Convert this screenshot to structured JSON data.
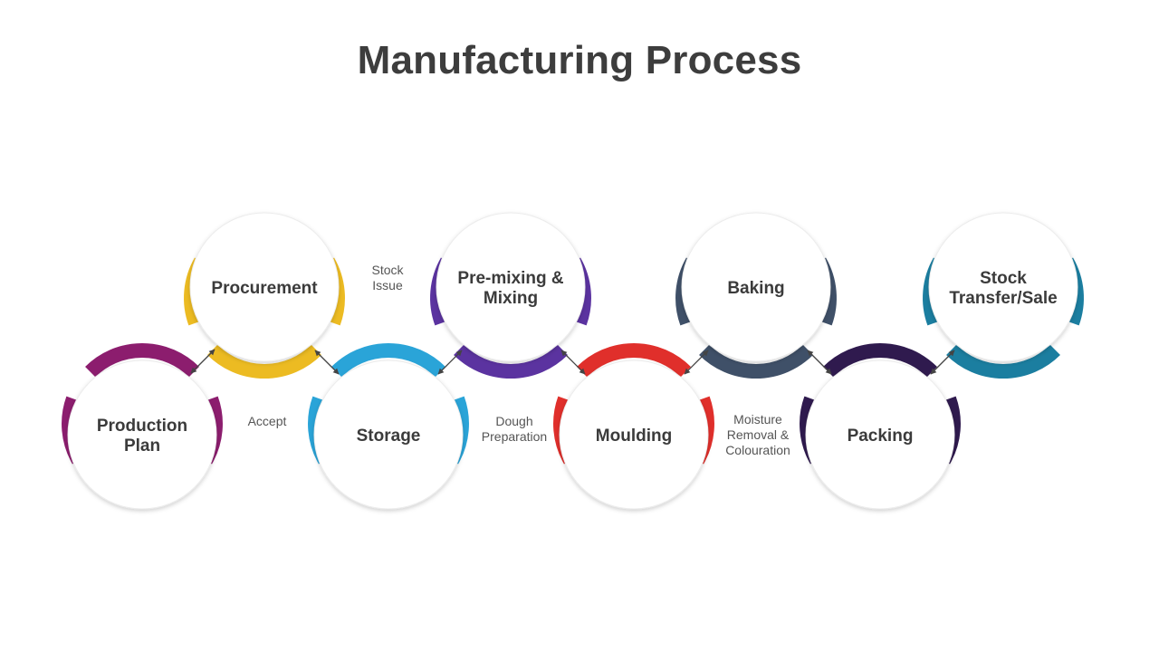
{
  "title": "Manufacturing Process",
  "steps": [
    {
      "lines": [
        "Production",
        "Plan"
      ],
      "color": "#8c1d6e"
    },
    {
      "lines": [
        "Procurement"
      ],
      "color": "#ecbb22"
    },
    {
      "lines": [
        "Storage"
      ],
      "color": "#2aa4d8"
    },
    {
      "lines": [
        "Pre-mixing &",
        "Mixing"
      ],
      "color": "#5b33a0"
    },
    {
      "lines": [
        "Moulding"
      ],
      "color": "#e02f2b"
    },
    {
      "lines": [
        "Baking"
      ],
      "color": "#3f5068"
    },
    {
      "lines": [
        "Packing"
      ],
      "color": "#2f1a4e"
    },
    {
      "lines": [
        "Stock",
        "Transfer/Sale"
      ],
      "color": "#1b7ea0"
    }
  ],
  "notes": [
    {
      "lines": [
        "Accept"
      ]
    },
    {
      "lines": [
        "Stock",
        "Issue"
      ]
    },
    {
      "lines": [
        "Dough",
        "Preparation"
      ]
    },
    {
      "lines": [
        "Moisture",
        "Removal &",
        "Colouration"
      ]
    }
  ]
}
